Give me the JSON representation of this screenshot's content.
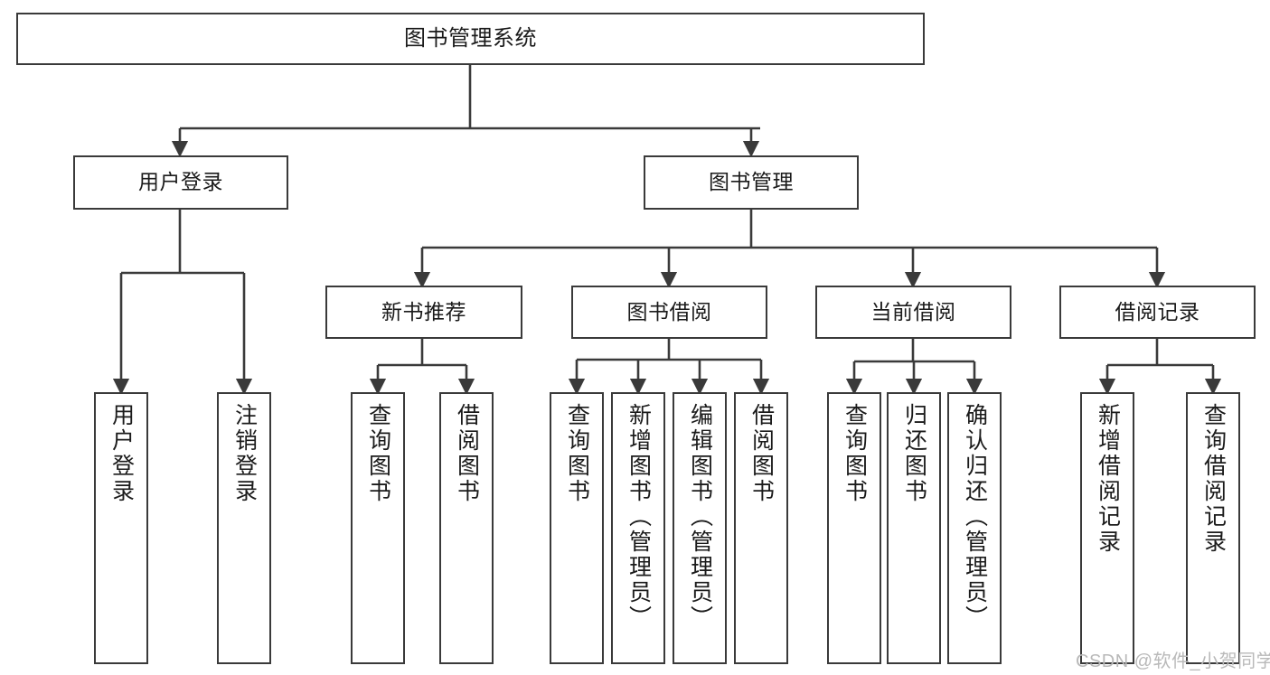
{
  "diagram": {
    "type": "tree-hierarchy-chart",
    "title": "图书管理系统",
    "stroke_color": "#3a3a3a",
    "fill_color": "#ffffff",
    "text_color": "#1b1b1b",
    "watermark": "CSDN @软件_小贺同学",
    "watermark_color": "#b9b9b9"
  },
  "nodes": {
    "root": {
      "label": "图书管理系统",
      "level": 0
    },
    "level1": [
      {
        "id": "user-login",
        "label": "用户登录"
      },
      {
        "id": "book-management",
        "label": "图书管理"
      }
    ],
    "level2": [
      {
        "id": "new-book-recommend",
        "label": "新书推荐"
      },
      {
        "id": "book-borrow",
        "label": "图书借阅"
      },
      {
        "id": "current-borrow",
        "label": "当前借阅"
      },
      {
        "id": "borrow-record",
        "label": "借阅记录"
      }
    ],
    "leaves": {
      "user-login": [
        {
          "id": "leaf-user-login",
          "label": "用户登录"
        },
        {
          "id": "leaf-logout",
          "label": "注销登录"
        }
      ],
      "new-book-recommend": [
        {
          "id": "leaf-query-book-1",
          "label": "查询图书"
        },
        {
          "id": "leaf-borrow-book-1",
          "label": "借阅图书"
        }
      ],
      "book-borrow": [
        {
          "id": "leaf-query-book-2",
          "label": "查询图书"
        },
        {
          "id": "leaf-add-book",
          "label": "新增图书（管理员）"
        },
        {
          "id": "leaf-edit-book",
          "label": "编辑图书（管理员）"
        },
        {
          "id": "leaf-borrow-book-2",
          "label": "借阅图书"
        }
      ],
      "current-borrow": [
        {
          "id": "leaf-query-book-3",
          "label": "查询图书"
        },
        {
          "id": "leaf-return-book",
          "label": "归还图书"
        },
        {
          "id": "leaf-confirm-return",
          "label": "确认归还（管理员）"
        }
      ],
      "borrow-record": [
        {
          "id": "leaf-add-record",
          "label": "新增借阅记录"
        },
        {
          "id": "leaf-query-record",
          "label": "查询借阅记录"
        }
      ]
    }
  }
}
